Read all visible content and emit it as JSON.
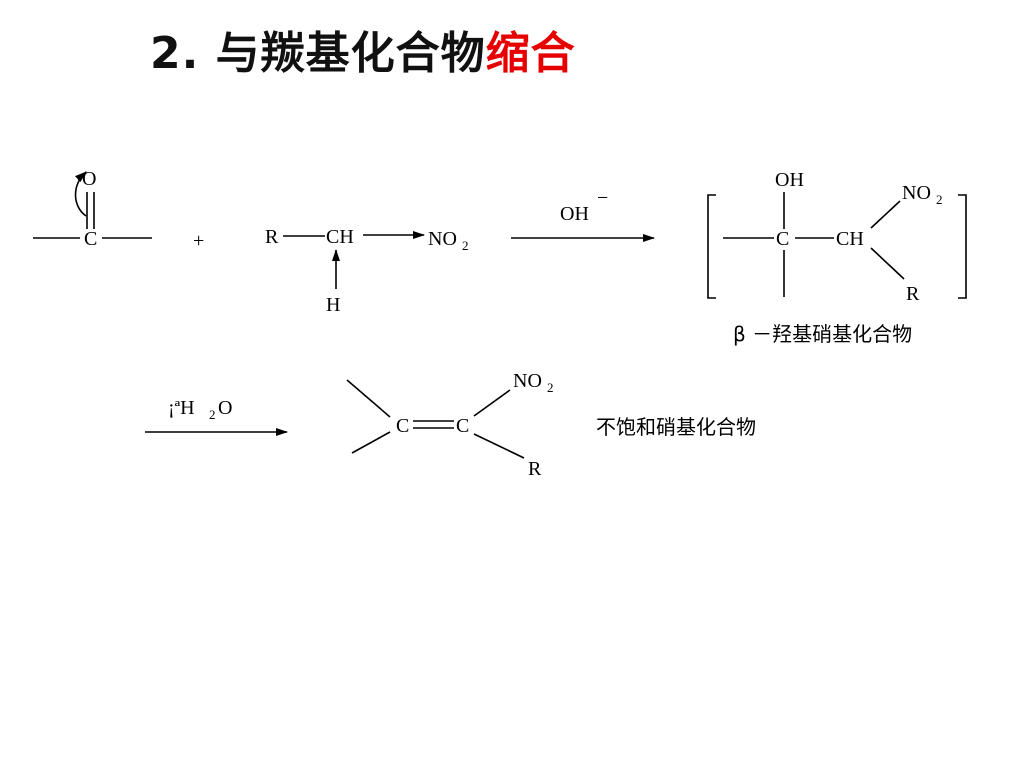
{
  "title": {
    "part1": "2. 与羰基化合物",
    "part2": "缩合",
    "part2_color": "#e60000"
  },
  "reaction": {
    "carbonyl_O": "O",
    "carbonyl_C": "C",
    "plus": "+",
    "nitro_R": "R",
    "nitro_CH": "CH",
    "nitro_NO": "NO",
    "nitro_sub": "2",
    "nitro_H": "H",
    "reagent1_OH": "OH",
    "reagent1_charge": "−",
    "prod1_OH": "OH",
    "prod1_C": "C",
    "prod1_CH": "CH",
    "prod1_NO": "NO",
    "prod1_sub": "2",
    "prod1_R": "R",
    "prod1_caption": "β －羟基硝基化合物",
    "reagent2_prefix": "¡ªH",
    "reagent2_sub": "2",
    "reagent2_O": "O",
    "prod2_C1": "C",
    "prod2_C2": "C",
    "prod2_NO": "NO",
    "prod2_sub": "2",
    "prod2_R": "R",
    "prod2_caption": "不饱和硝基化合物"
  }
}
